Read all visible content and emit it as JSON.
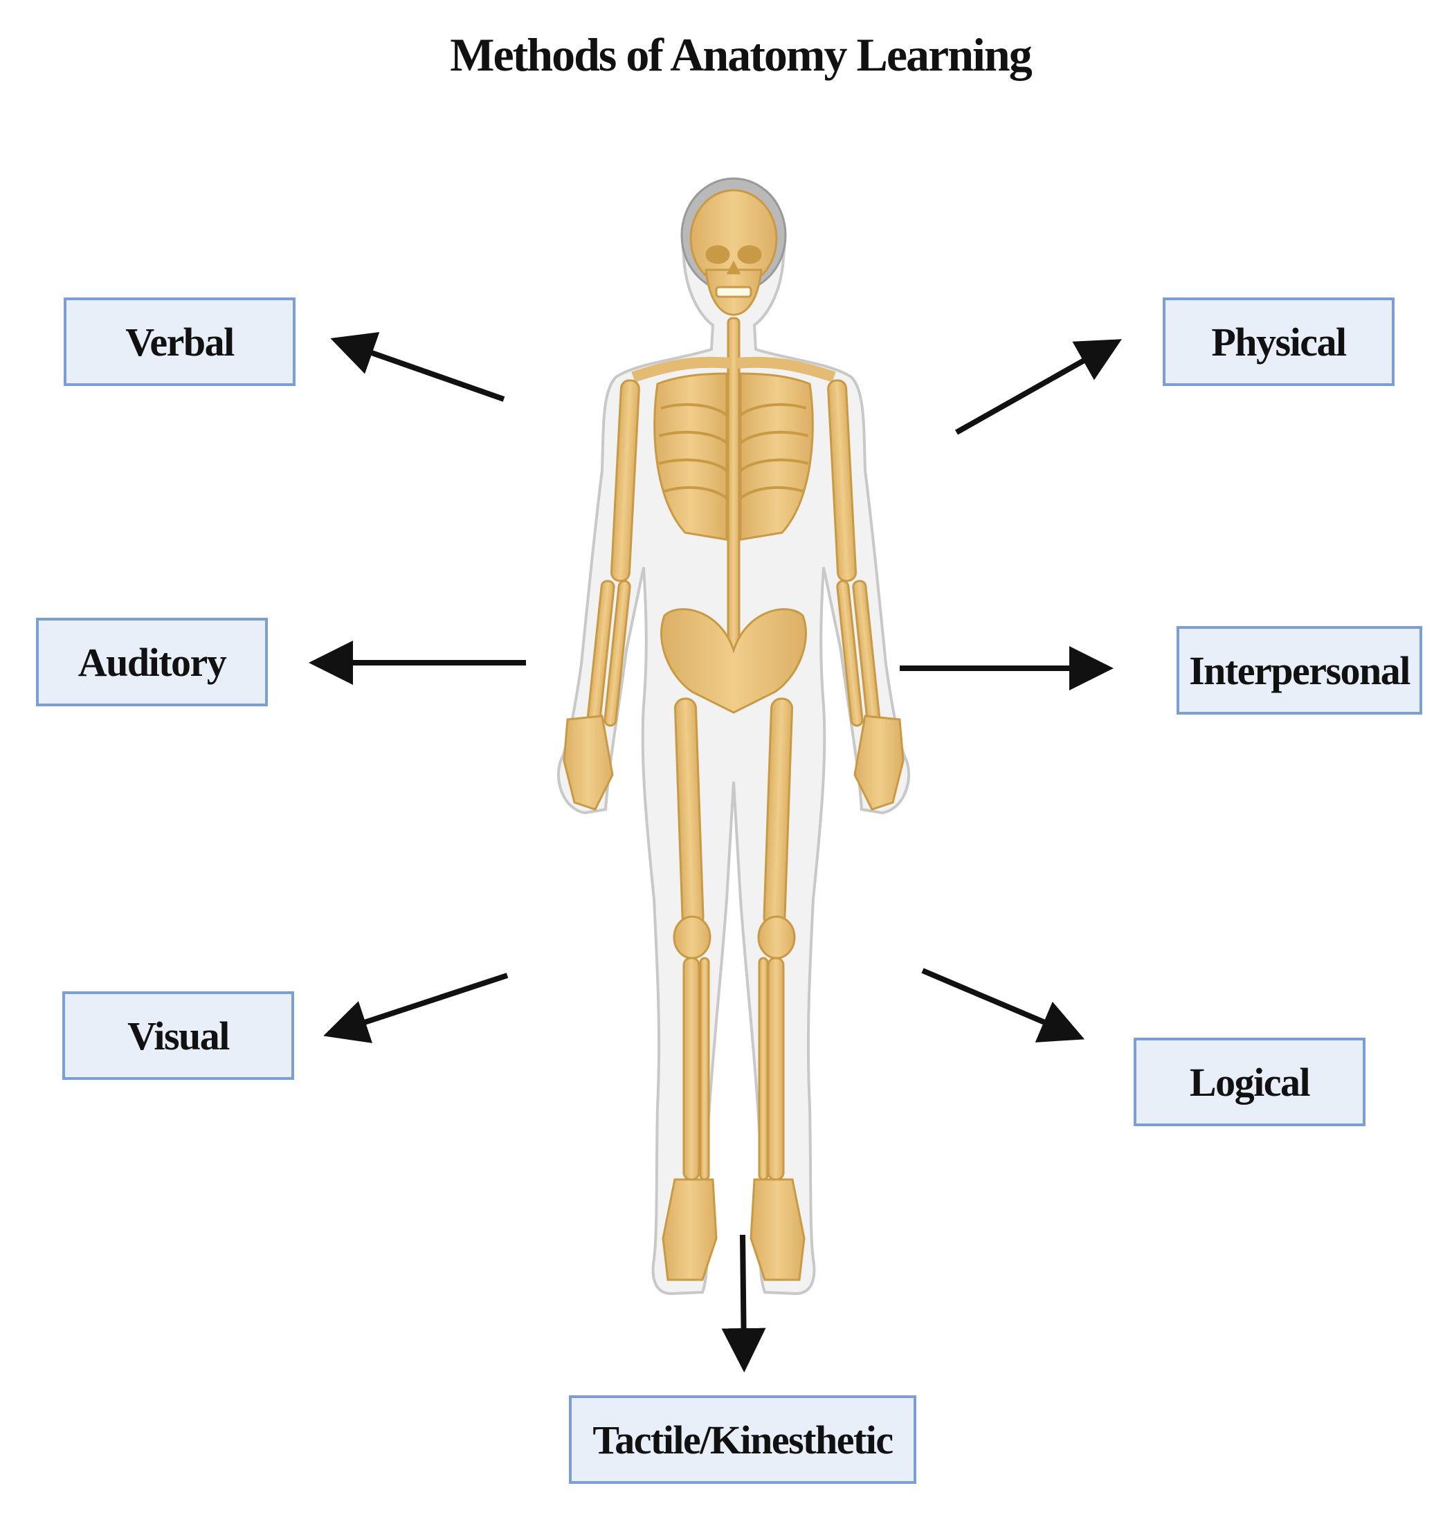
{
  "title": "Methods of Anatomy Learning",
  "methods": {
    "verbal": "Verbal",
    "physical": "Physical",
    "auditory": "Auditory",
    "interpersonal": "Interpersonal",
    "visual": "Visual",
    "logical": "Logical",
    "tactile": "Tactile/Kinesthetic"
  },
  "colors": {
    "box_fill": "#e9eff8",
    "box_border": "#7b9fd4",
    "bone": "#e8c47e",
    "bone_edge": "#c99a45",
    "body_outline": "#f0f0f0",
    "arrow": "#111111"
  },
  "center_image": "skeleton-illustration"
}
